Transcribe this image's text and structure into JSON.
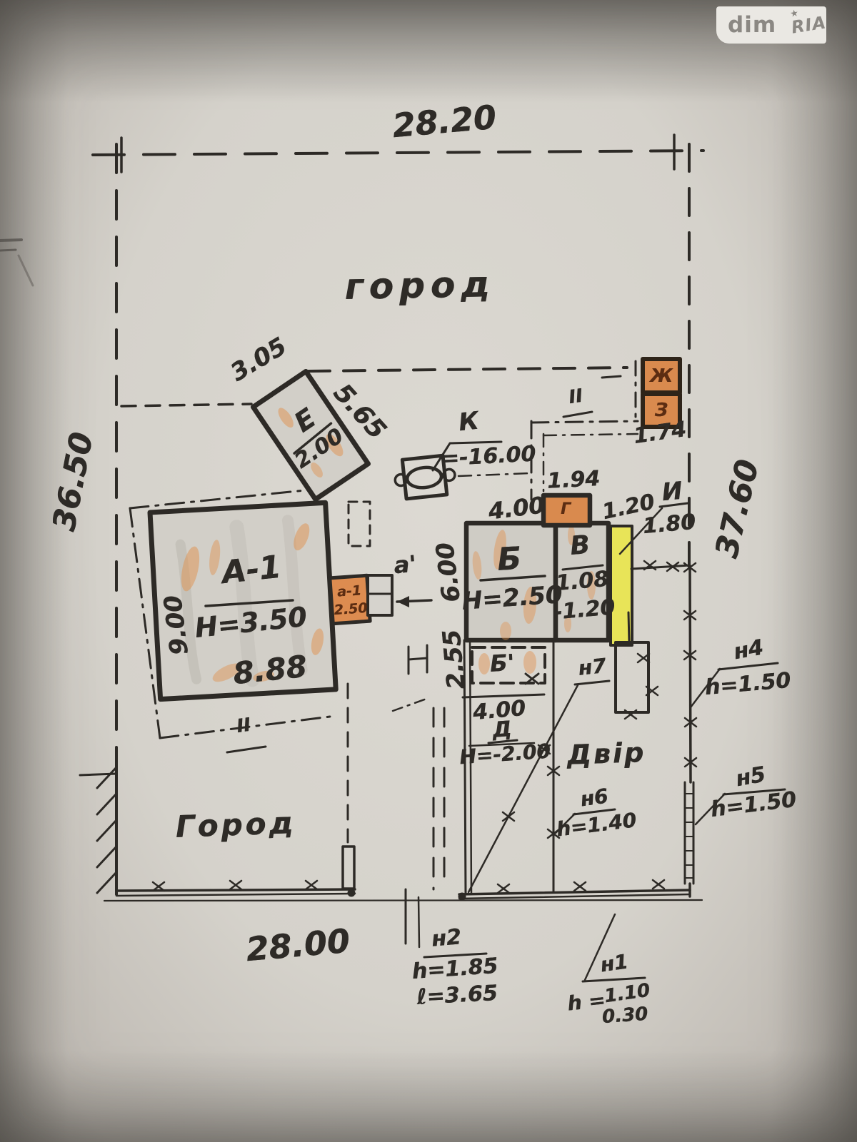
{
  "watermark": {
    "dim": "dim",
    "ria": "RIA",
    "star": "★"
  },
  "plot": {
    "width_top": "28.20",
    "width_bottom": "28.00",
    "height_left": "36.50",
    "height_right": "37.60",
    "garden_top": "город",
    "garden_bottom": "Город",
    "yard": "Двір"
  },
  "buildings": {
    "a1": {
      "label": "А-1",
      "height": "Н=3.50",
      "width": "8.88",
      "depth": "9.00"
    },
    "a1_annex": {
      "label": "а-1",
      "value": "2.50"
    },
    "a_prime": {
      "label": "а'"
    },
    "b": {
      "label": "Б",
      "height": "Н=2.50",
      "top_width": "4.00",
      "left_depth": "6.00"
    },
    "b_prime": {
      "label": "Б'",
      "width": "4.00"
    },
    "v": {
      "label": "В",
      "area": "1.08",
      "level": "-1.20"
    },
    "g": {
      "label": "Г",
      "left_gap": "1.94",
      "right_gap": "1.20"
    },
    "d": {
      "label": "Д",
      "height": "Н=-2.00"
    },
    "e": {
      "label": "Е",
      "value": "2.00",
      "side_top": "3.05",
      "side_right": "5.65"
    },
    "zh": {
      "label": "Ж"
    },
    "z": {
      "label": "З"
    },
    "zh_z_offset": "1.74",
    "i": {
      "label": "И",
      "value": "1.80"
    },
    "well": {
      "label": "К",
      "depth": "=-16.00"
    },
    "path_width": "2.55"
  },
  "fences": {
    "f1": {
      "label": "н1",
      "h_prefix": "h =",
      "value_top": "1.10",
      "value_bottom": "0.30"
    },
    "f2": {
      "label": "н2",
      "height": "h=1.85",
      "length": "ℓ=3.65"
    },
    "f4": {
      "label": "н4",
      "height": "h=1.50"
    },
    "f5": {
      "label": "н5",
      "height": "h=1.50"
    },
    "f6": {
      "label": "н6",
      "height": "h=1.40"
    },
    "f7": {
      "label": "н7"
    }
  },
  "marks": {
    "section_top": "II",
    "section_bottom": "II"
  }
}
